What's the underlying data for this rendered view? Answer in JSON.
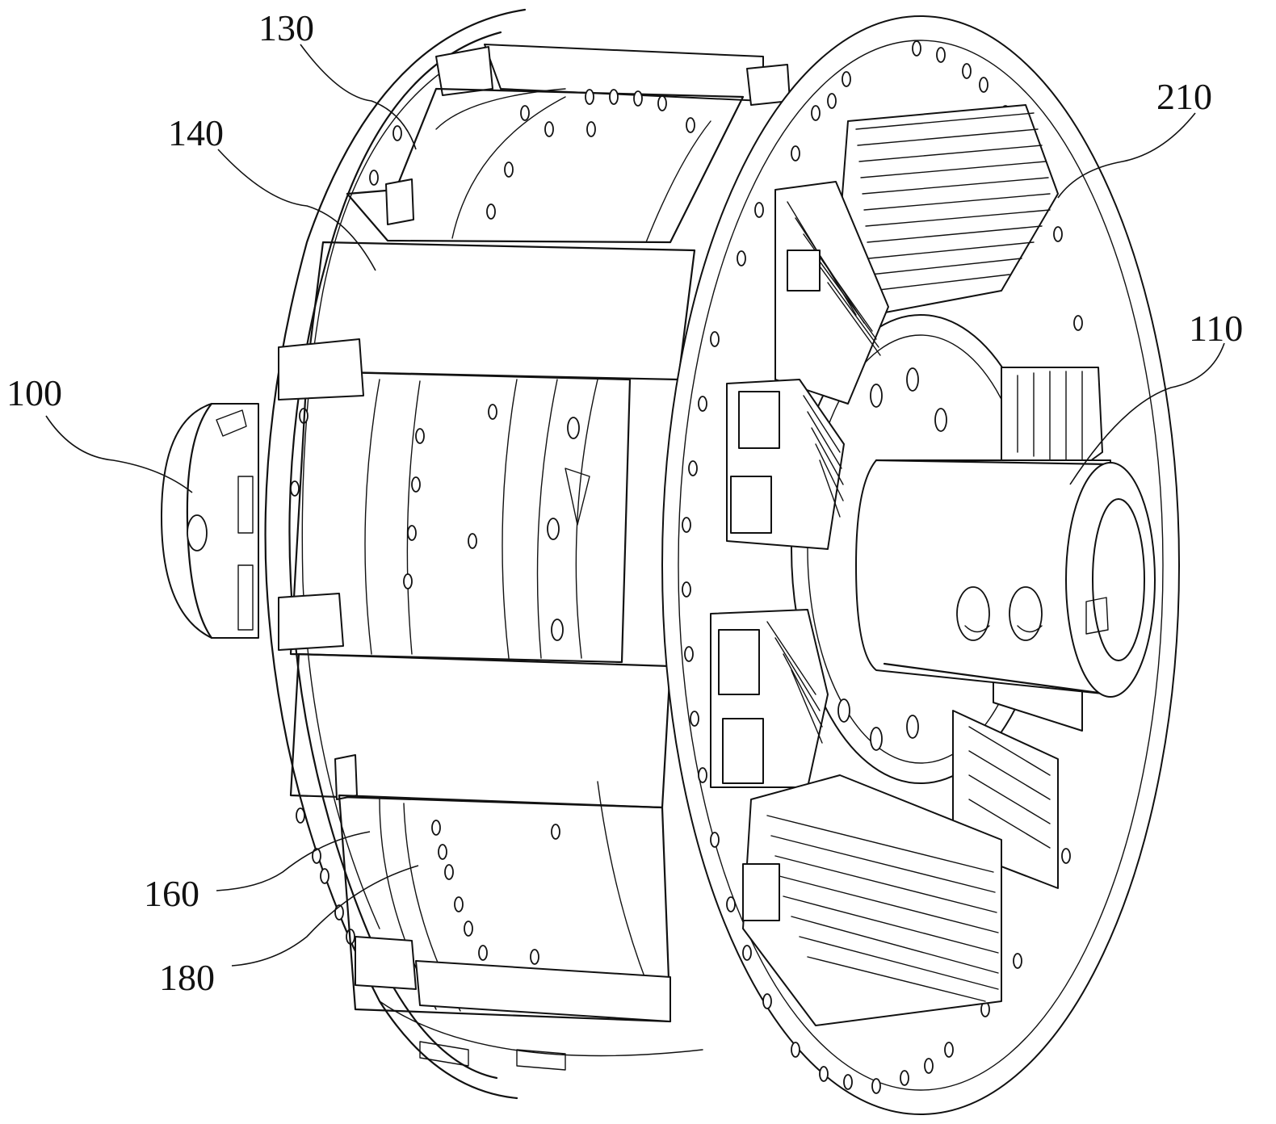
{
  "labels": {
    "l130": "130",
    "l140": "140",
    "l210": "210",
    "l110": "110",
    "l100": "100",
    "l160": "160",
    "l180": "180"
  }
}
